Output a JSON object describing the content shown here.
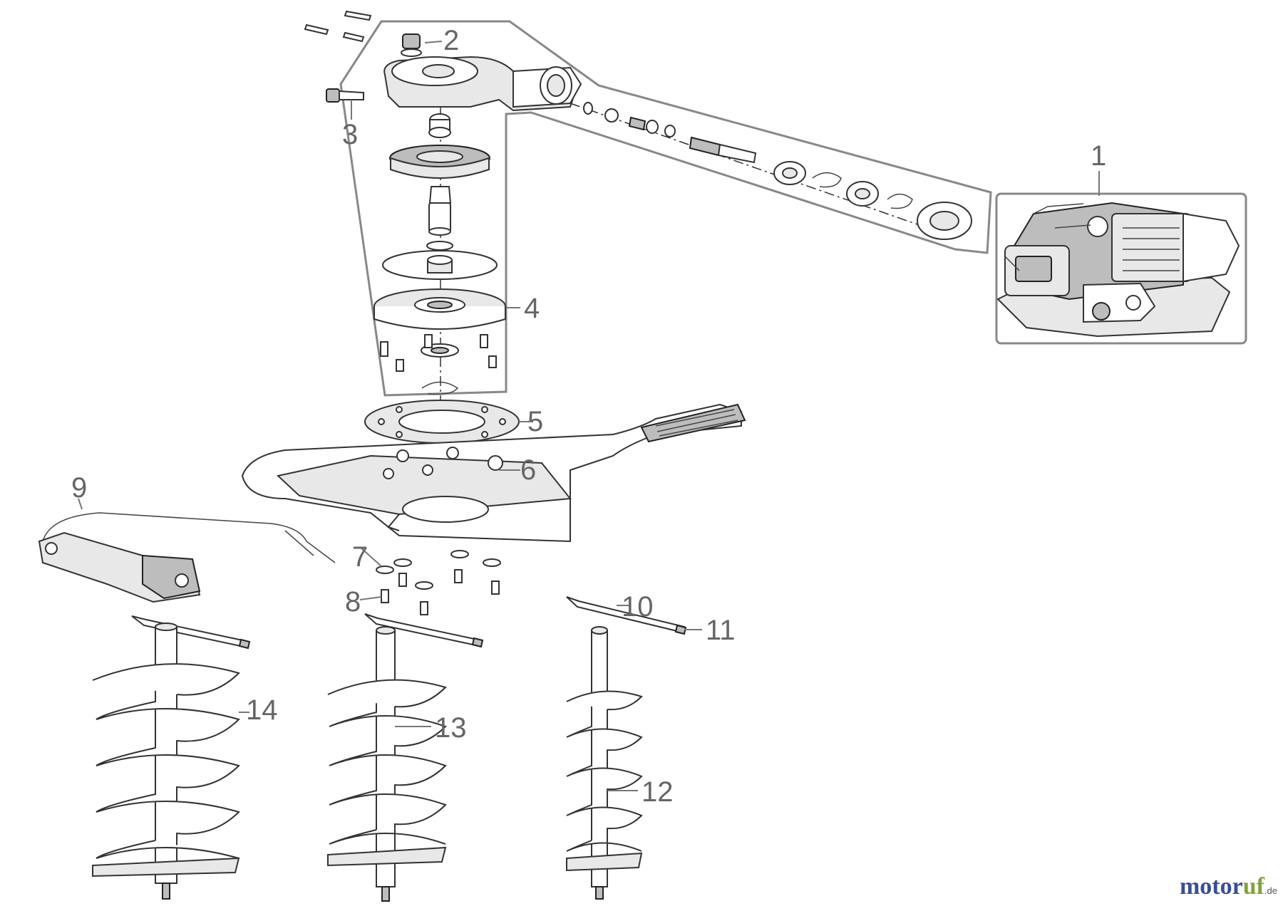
{
  "diagram": {
    "callouts": [
      "1",
      "2",
      "3",
      "4",
      "5",
      "6",
      "7",
      "8",
      "9",
      "10",
      "11",
      "12",
      "13",
      "14"
    ]
  },
  "watermark": {
    "text_main": "motor",
    "text_accent": "uf",
    "tld": ".de"
  },
  "colors": {
    "callout": "#666666",
    "line": "#333333",
    "frame": "#888888",
    "watermark_blue": "#3a4f9a",
    "watermark_green": "#7fa33a"
  }
}
